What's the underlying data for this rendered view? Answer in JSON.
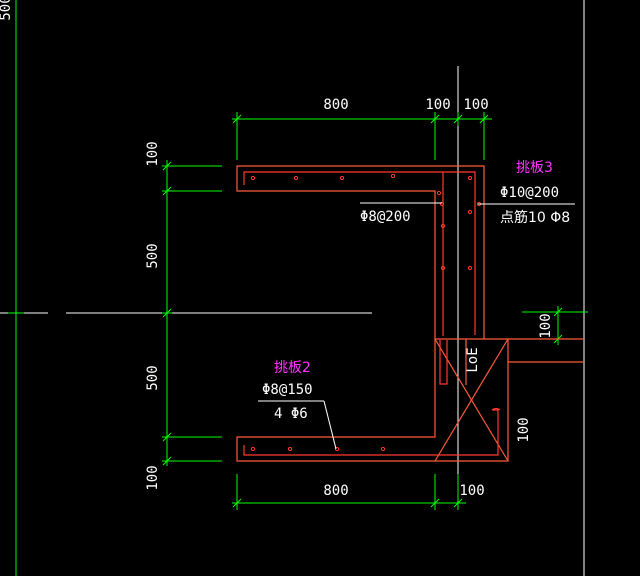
{
  "colors": {
    "background": "#000000",
    "dimension": "#00ff00",
    "concrete": "#ff5a3c",
    "rebar": "#ff3a2a",
    "text": "#ffffff",
    "label": "#ff33ff",
    "axis": "#ffffff"
  },
  "dims": {
    "top_800": "800",
    "top_100a": "100",
    "top_100b": "100",
    "bottom_800": "800",
    "bottom_100": "100",
    "left_100_top": "100",
    "left_500_top": "500",
    "left_500_bottom": "500",
    "left_100_bottom": "100",
    "right_100_upper": "100",
    "right_100_lower": "100",
    "edge_500": "500"
  },
  "annotations": {
    "slab3_name": "挑板3",
    "slab3_rebar": "Φ10@200",
    "slab3_dist": "点筋10 Φ8",
    "top_rebar": "Φ8@200",
    "slab2_name": "挑板2",
    "slab2_rebar": "Φ8@150",
    "slab2_dist": "4 Φ6",
    "anchor": "LoE"
  }
}
